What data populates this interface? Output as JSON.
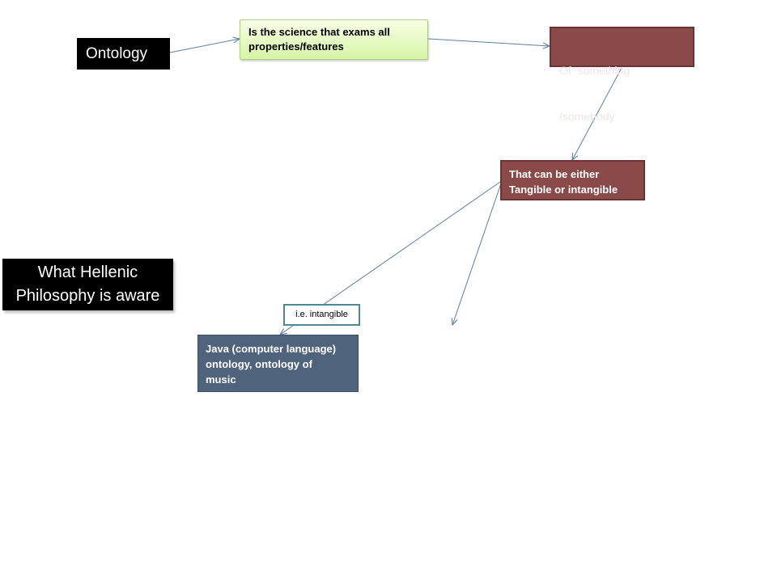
{
  "diagram": {
    "nodes": {
      "ontology": {
        "text": "Ontology"
      },
      "science": {
        "line1": "Is the science that exams all",
        "line2": "properties/features"
      },
      "something": {
        "line1": "Of  something",
        "line2": "/somebody"
      },
      "either": {
        "line1": "That can be either",
        "line2": "Tangible or intangible"
      },
      "hellenic": {
        "line1": "What Hellenic",
        "line2": "Philosophy is aware"
      },
      "intangible_label": {
        "text": "i.e. intangible"
      },
      "java": {
        "line1": "Java (computer language)",
        "line2": "ontology, ontology of",
        "line3": "music"
      }
    },
    "colors": {
      "black_box": "#000000",
      "green_box": "#d6f5a6",
      "red_box": "#8a4a4a",
      "blue_box": "#50637d",
      "label_border": "#4d8b94",
      "connector": "#5b7fa6"
    }
  }
}
